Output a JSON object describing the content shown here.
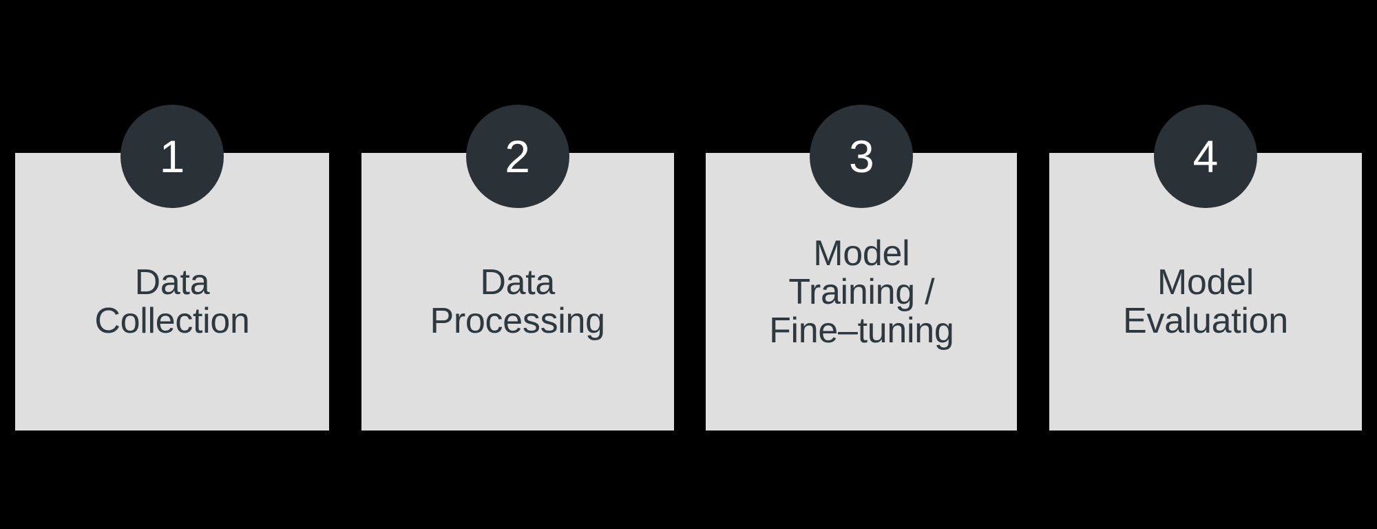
{
  "diagram": {
    "background_color": "#000000",
    "card_color": "#dfdfdf",
    "badge_color": "#2a3238",
    "badge_text_color": "#ffffff",
    "label_text_color": "#2e383f",
    "steps": [
      {
        "number": "1",
        "label": "Data\nCollection",
        "badge_name": "step-badge-1",
        "card_name": "step-card-data-collection"
      },
      {
        "number": "2",
        "label": "Data\nProcessing",
        "badge_name": "step-badge-2",
        "card_name": "step-card-data-processing"
      },
      {
        "number": "3",
        "label": "Model\nTraining /\nFine–tuning",
        "badge_name": "step-badge-3",
        "card_name": "step-card-model-training-fine-tuning"
      },
      {
        "number": "4",
        "label": "Model\nEvaluation",
        "badge_name": "step-badge-4",
        "card_name": "step-card-model-evaluation"
      }
    ]
  }
}
